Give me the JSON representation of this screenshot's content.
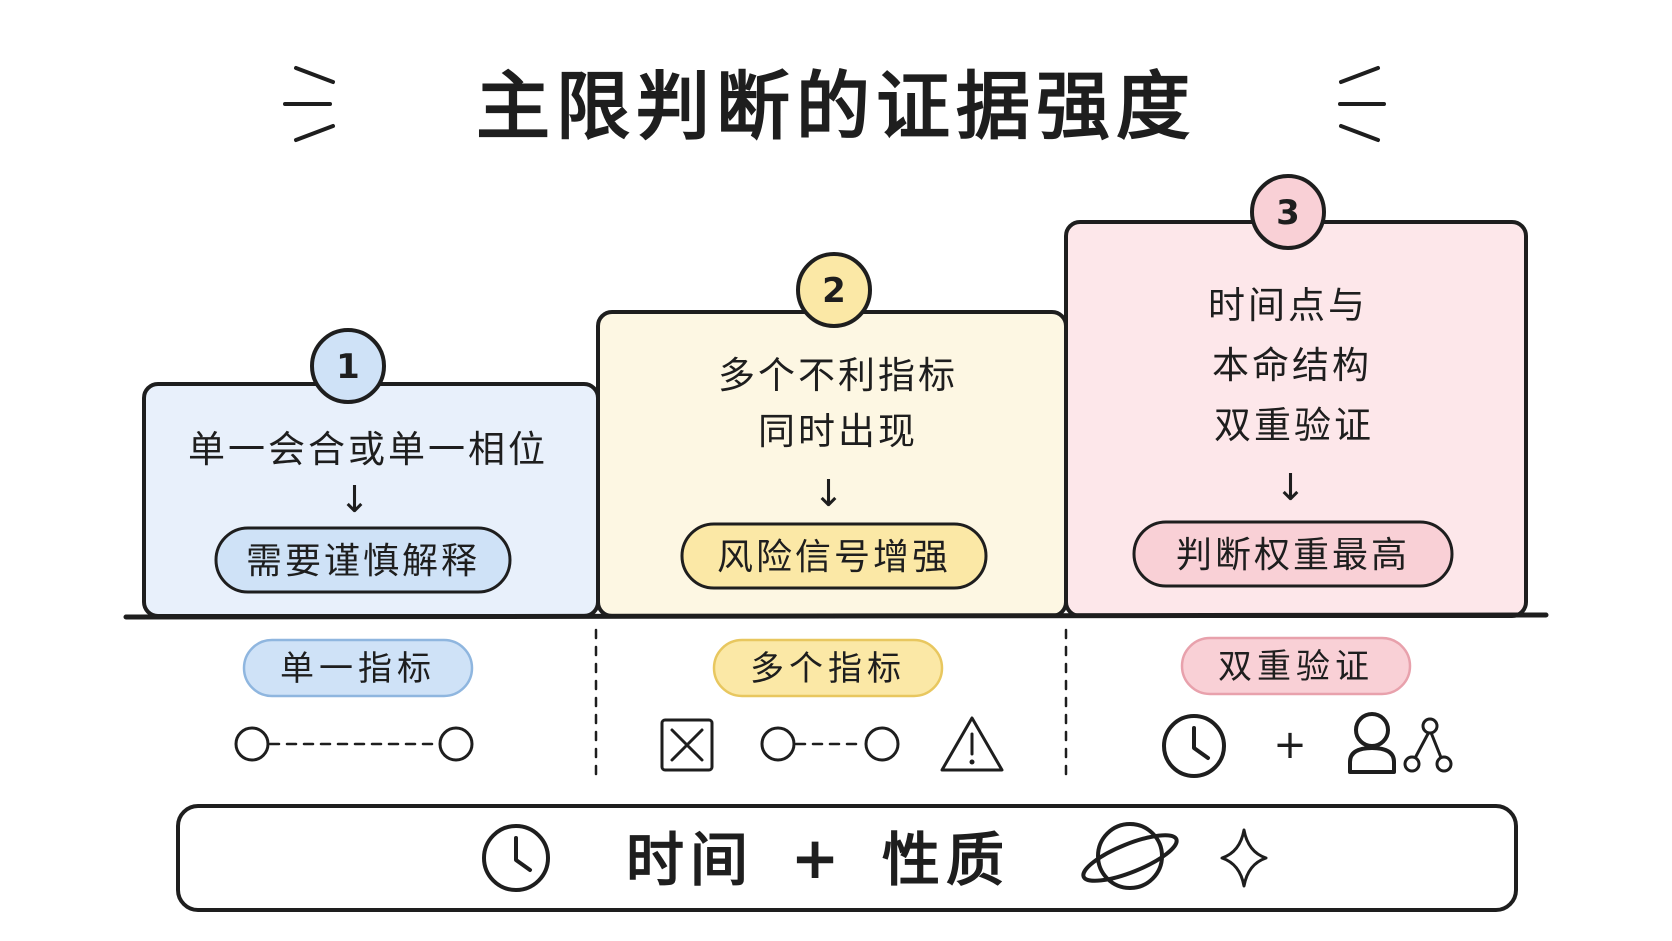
{
  "title": "主限判断的证据强度",
  "colors": {
    "ink": "#1e1e1e",
    "blue_fill": "#e8f0fb",
    "blue_accent": "#cfe2f7",
    "yellow_fill": "#fdf7e3",
    "yellow_accent": "#fbe8a6",
    "pink_fill": "#fde7ea",
    "pink_accent": "#f9d0d6"
  },
  "steps": [
    {
      "number": "1",
      "lines": [
        "单一会合或单一相位"
      ],
      "arrow": "↓",
      "result": "需要谨慎解释",
      "tag": "单一指标",
      "icons": [
        "circle-node",
        "dashed-connector",
        "circle-node"
      ]
    },
    {
      "number": "2",
      "lines": [
        "多个不利指标",
        "同时出现"
      ],
      "arrow": "↓",
      "result": "风险信号增强",
      "tag": "多个指标",
      "icons": [
        "x-box",
        "circle-node",
        "dashed-connector",
        "circle-node",
        "warning-triangle"
      ]
    },
    {
      "number": "3",
      "lines": [
        "时间点与",
        "本命结构",
        "双重验证"
      ],
      "arrow": "↓",
      "result": "判断权重最高",
      "tag": "双重验证",
      "icons": [
        "clock",
        "plus",
        "person",
        "network"
      ]
    }
  ],
  "step3_plus": "+",
  "bottom_bar": {
    "text_left": "时间",
    "plus": "+",
    "text_right": "性质",
    "icons": [
      "clock",
      "planet",
      "sparkle"
    ]
  }
}
